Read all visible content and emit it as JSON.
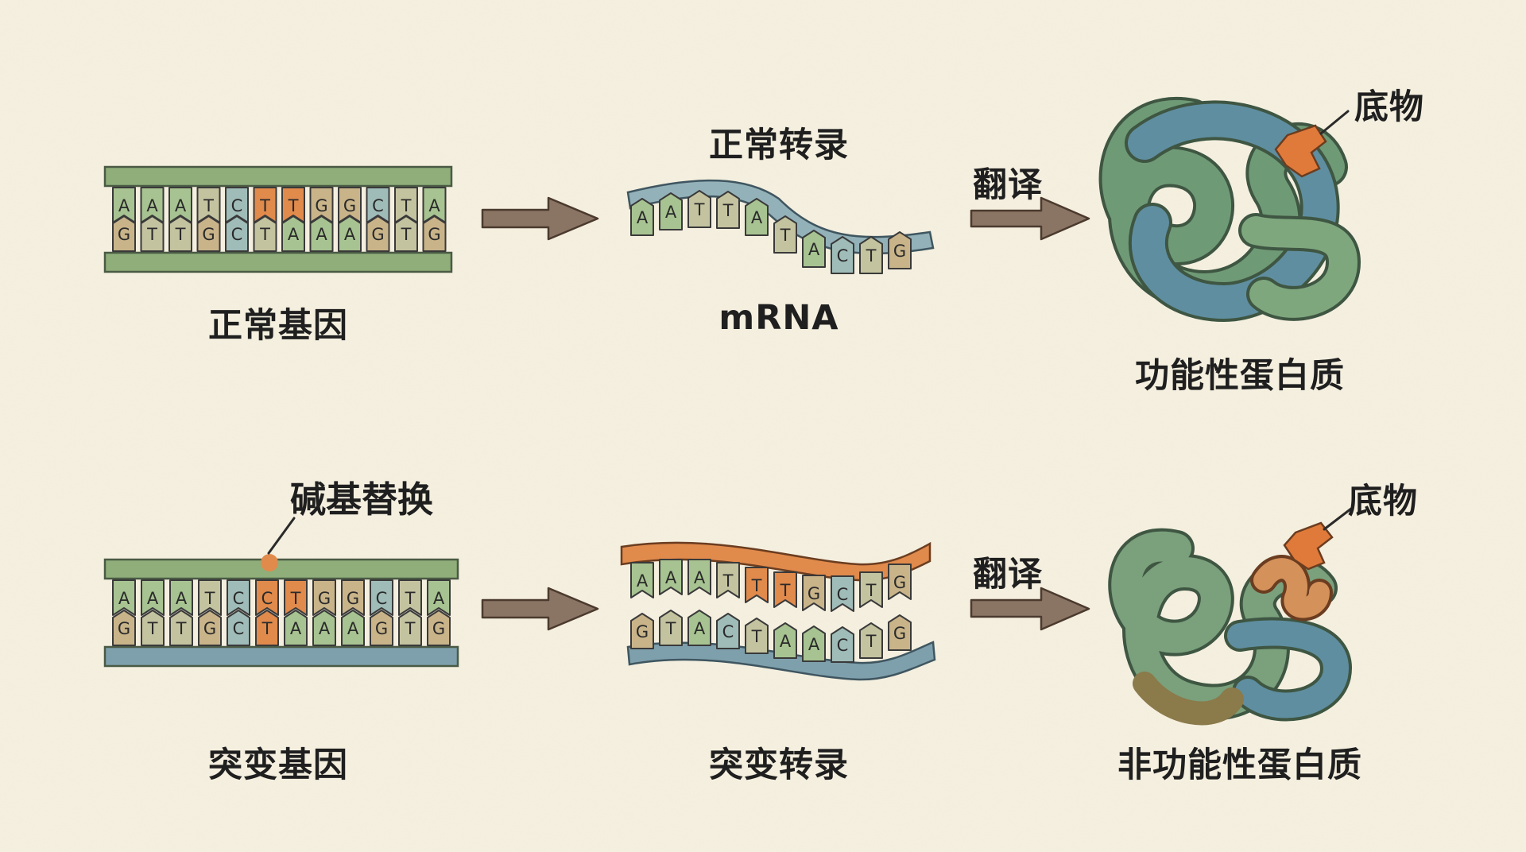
{
  "colors": {
    "background": "#f5f0e0",
    "backbone_green": "#8fae7a",
    "backbone_blue": "#7ea0ac",
    "mrna_backbone": "#93b1b8",
    "mutation_orange": "#e08a4c",
    "base_A": "#a7c391",
    "base_T": "#c4c3a0",
    "base_G": "#c9b48a",
    "base_C": "#9fbcb8",
    "arrow": "#8a7464",
    "protein_green": "#6f9a76",
    "protein_blue": "#5f8ea0"
  },
  "labels": {
    "normal_gene": "正常基因",
    "normal_transcription": "正常转录",
    "mrna": "mRNA",
    "translation_top": "翻译",
    "substrate_top": "底物",
    "functional_protein": "功能性蛋白质",
    "base_substitution": "碱基替换",
    "mutant_gene": "突变基因",
    "mutant_transcription": "突变转录",
    "translation_bottom": "翻译",
    "substrate_bottom": "底物",
    "nonfunctional_protein": "非功能性蛋白质"
  },
  "normal_dna": {
    "top": [
      "A",
      "A",
      "A",
      "T",
      "C",
      "T",
      "T",
      "G",
      "G",
      "C",
      "T",
      "A"
    ],
    "bottom": [
      "G",
      "T",
      "T",
      "G",
      "C",
      "T",
      "A",
      "A",
      "A",
      "G",
      "T",
      "G"
    ],
    "highlight_top": [
      5,
      6
    ]
  },
  "normal_mrna": [
    "A",
    "A",
    "T",
    "T",
    "A",
    "T",
    "A",
    "C",
    "T",
    "G"
  ],
  "mutant_dna": {
    "top": [
      "A",
      "A",
      "A",
      "T",
      "C",
      "C",
      "T",
      "G",
      "G",
      "C",
      "T",
      "A"
    ],
    "bottom": [
      "G",
      "T",
      "T",
      "G",
      "C",
      "T",
      "A",
      "A",
      "A",
      "G",
      "T",
      "G"
    ],
    "highlight_top": [
      5,
      6
    ],
    "highlight_bottom": [
      5
    ]
  },
  "mutant_transcript": {
    "top": [
      "A",
      "A",
      "A",
      "T",
      "T",
      "T",
      "G",
      "C",
      "T",
      "G"
    ],
    "bottom": [
      "G",
      "T",
      "A",
      "C",
      "T",
      "A",
      "A",
      "C",
      "T",
      "G"
    ],
    "highlight_top": [
      4,
      5
    ]
  }
}
